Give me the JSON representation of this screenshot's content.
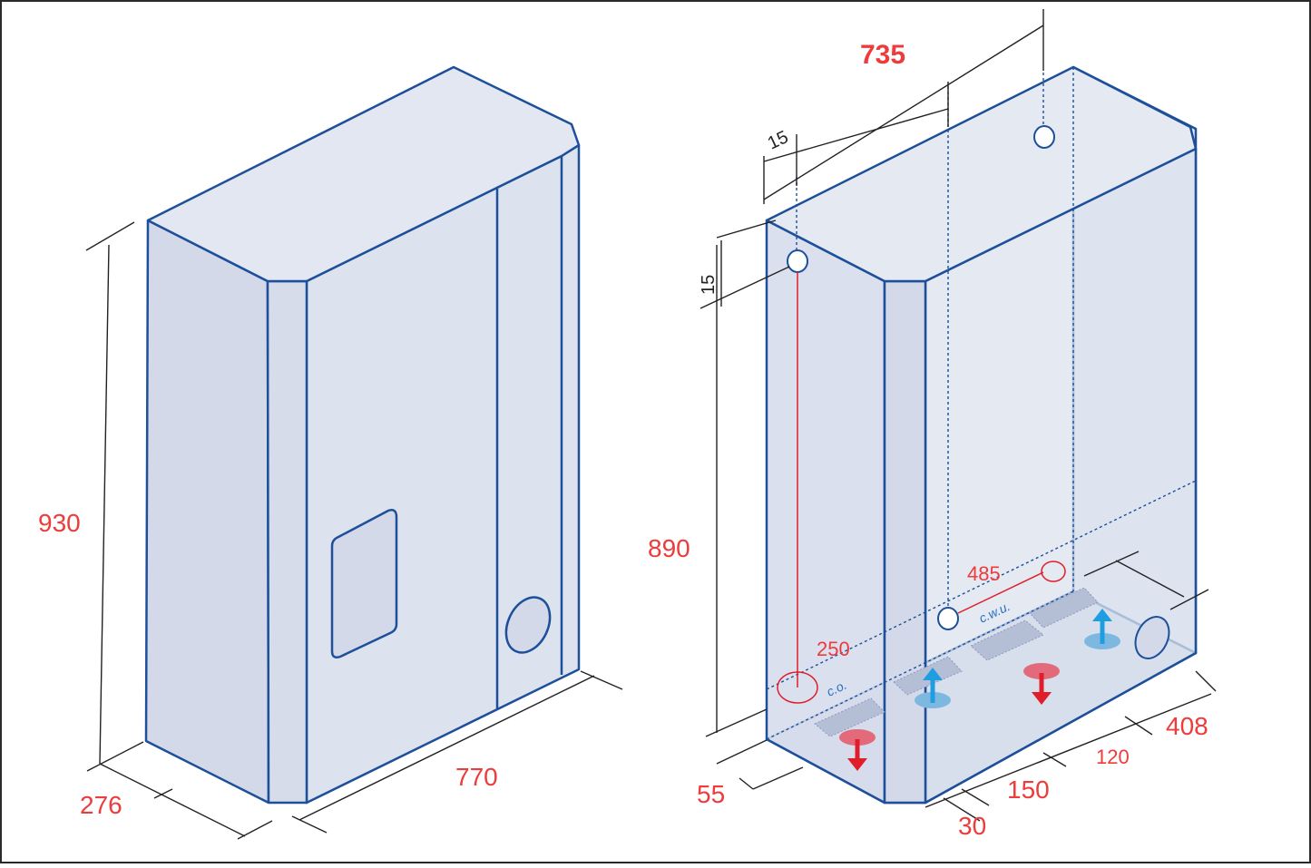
{
  "left_unit": {
    "height_label": "930",
    "depth_label": "276",
    "width_label": "770"
  },
  "right_unit": {
    "width_label": "735",
    "top_offset_a": "15",
    "top_offset_b": "15",
    "height_label": "890",
    "front_offset": "55",
    "depth_label": "408",
    "spacing_a": "120",
    "spacing_b": "150",
    "spacing_c": "30",
    "inner_span_a": "485",
    "inner_span_b": "250",
    "connection_co": "c.o.",
    "connection_cwu": "c.w.u."
  },
  "colors": {
    "outline": "#1d4f9a",
    "body_fill": "#d8deec",
    "dimension_text": "#ee3b3b",
    "hot_arrow": "#e01e2a",
    "cold_arrow": "#1e9ee0"
  }
}
